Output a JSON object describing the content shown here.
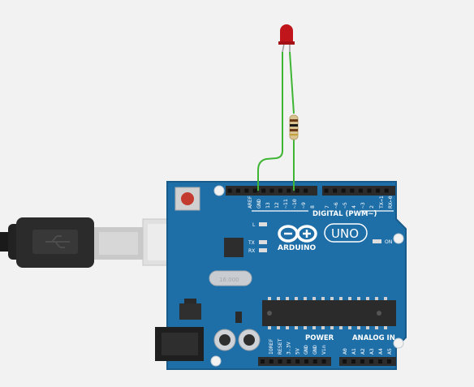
{
  "colors": {
    "background": "#f2f2f2",
    "board": "#1e6ea7",
    "board_edge": "#195c8c",
    "wire": "#3fb534",
    "led": "#c0161b",
    "header": "#2b2b2b"
  },
  "board": {
    "brand": "ARDUINO",
    "model": "UNO",
    "digital_label": "DIGITAL (PWM~)",
    "power_label": "POWER",
    "analog_label": "ANALOG IN",
    "on_label": "ON",
    "l_label": "L",
    "tx_label": "TX",
    "rx_label": "RX",
    "crystal_label": "16.000"
  },
  "digital_pins": [
    "AREF",
    "GND",
    "13",
    "12",
    "~11",
    "~10",
    "~9",
    "8",
    "7",
    "~6",
    "~5",
    "4",
    "~3",
    "2",
    "TX→1",
    "RX←0"
  ],
  "power_pins": [
    "IOREF",
    "RESET",
    "3.3V",
    "5V",
    "GND",
    "GND",
    "Vin"
  ],
  "analog_pins": [
    "A0",
    "A1",
    "A2",
    "A3",
    "A4",
    "A5"
  ],
  "components": {
    "led": "led",
    "resistor": "resistor",
    "usb_cable": "usb-cable"
  }
}
